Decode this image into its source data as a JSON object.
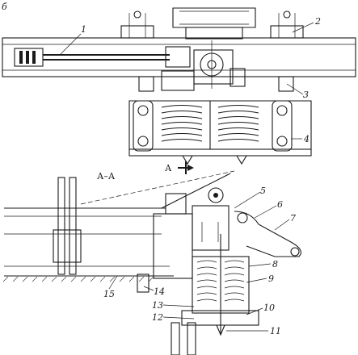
{
  "figure_letter": "б",
  "section_label": "А–А",
  "section_marker": "А",
  "part_labels": [
    "1",
    "2",
    "3",
    "4",
    "5",
    "6",
    "7",
    "8",
    "9",
    "10",
    "11",
    "12",
    "13",
    "14",
    "15"
  ]
}
